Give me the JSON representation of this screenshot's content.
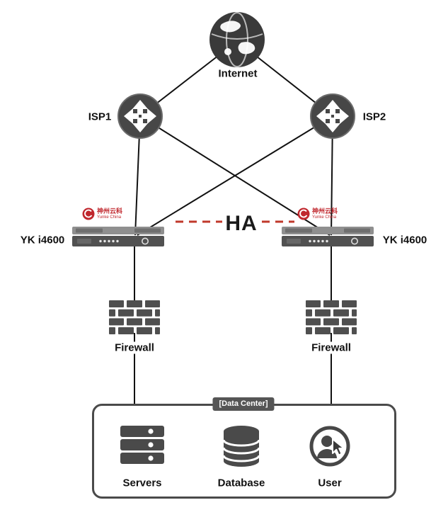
{
  "diagram": {
    "internet": {
      "label": "Internet"
    },
    "isp1": {
      "label": "ISP1"
    },
    "isp2": {
      "label": "ISP2"
    },
    "device_left": {
      "label": "YK i4600"
    },
    "device_right": {
      "label": "YK i4600"
    },
    "brand": {
      "name_cn": "神州云科",
      "name_en": "Yunke China"
    },
    "ha": {
      "label": "HA"
    },
    "firewall_left": {
      "label": "Firewall"
    },
    "firewall_right": {
      "label": "Firewall"
    },
    "datacenter": {
      "label": "[Data Center]"
    },
    "servers": {
      "label": "Servers"
    },
    "database": {
      "label": "Database"
    },
    "user": {
      "label": "User"
    },
    "colors": {
      "node_gray": "#4a4a4a",
      "line_black": "#111111",
      "ha_red": "#c0392b",
      "brand_red": "#c0272d"
    }
  }
}
